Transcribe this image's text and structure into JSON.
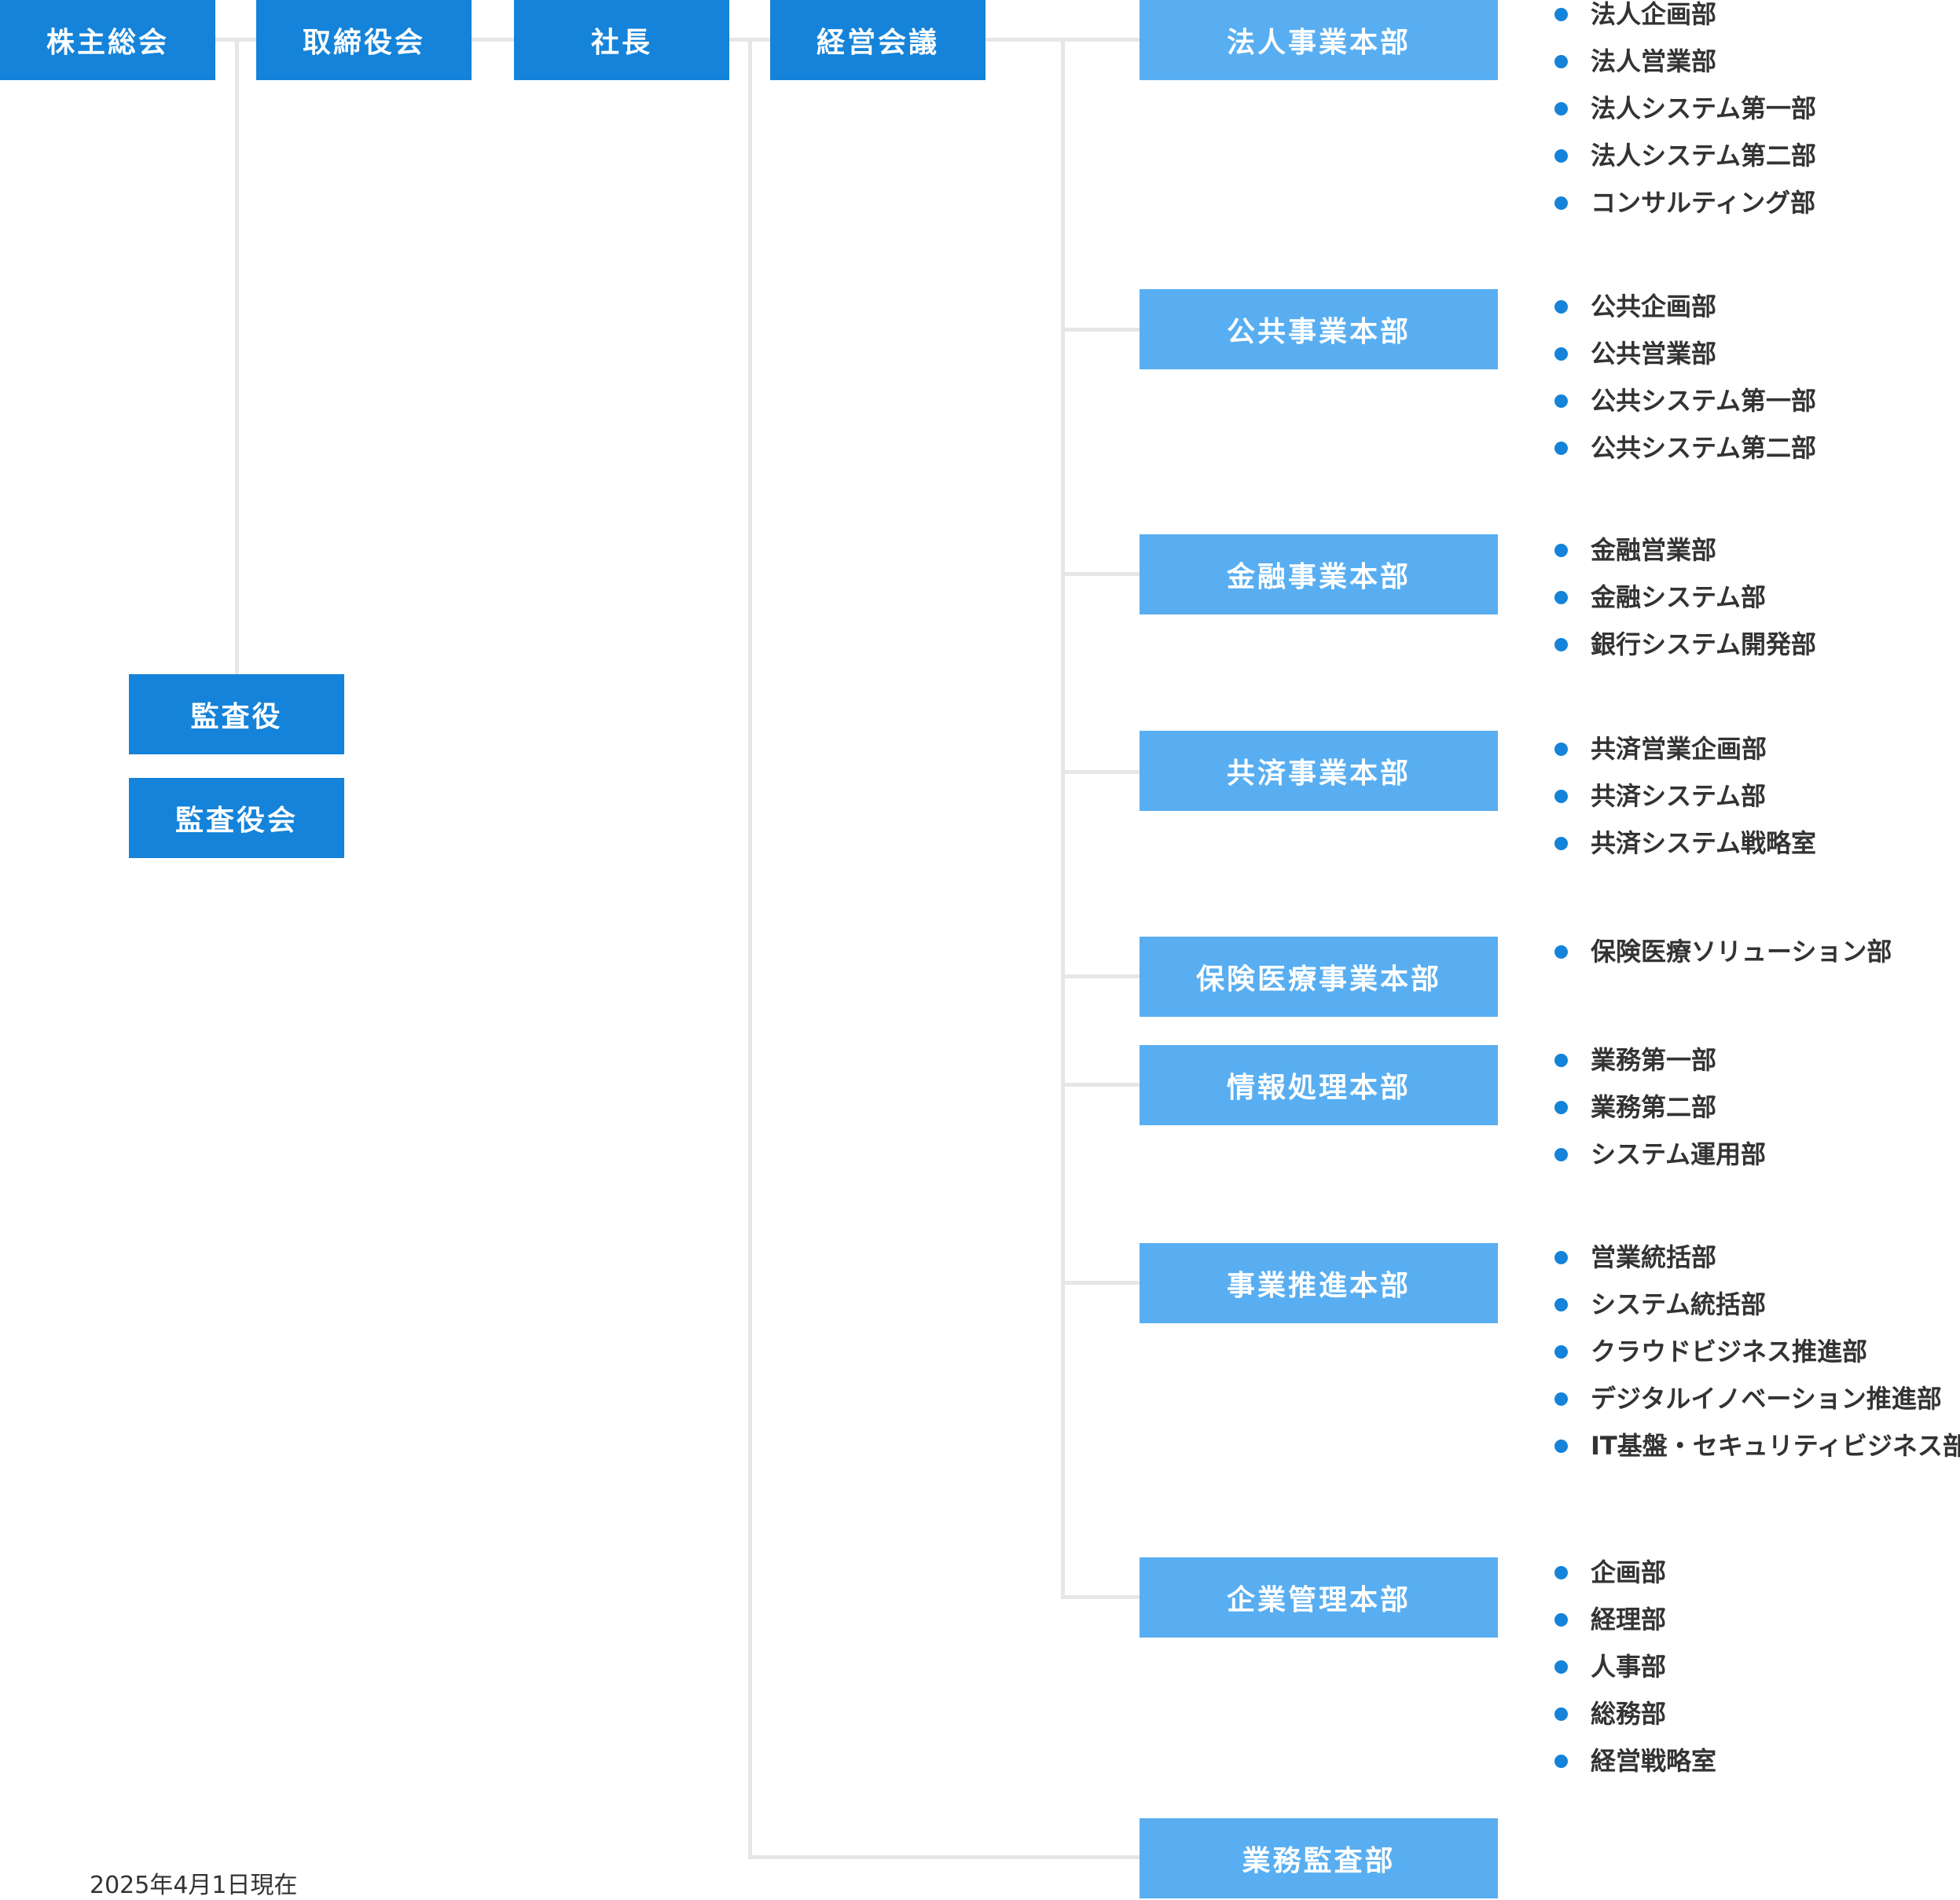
{
  "colors": {
    "primary": "#1483d9",
    "division": "#58aef1",
    "connector": "#e6e6e6",
    "bullet": "#1483d9"
  },
  "top": {
    "shareholders": "株主総会",
    "board": "取締役会",
    "president": "社長",
    "management_meeting": "経営会議"
  },
  "audit": {
    "auditor": "監査役",
    "audit_board": "監査役会"
  },
  "divisions": [
    {
      "name": "法人事業本部",
      "depts": [
        "法人企画部",
        "法人営業部",
        "法人システム第一部",
        "法人システム第二部",
        "コンサルティング部"
      ]
    },
    {
      "name": "公共事業本部",
      "depts": [
        "公共企画部",
        "公共営業部",
        "公共システム第一部",
        "公共システム第二部"
      ]
    },
    {
      "name": "金融事業本部",
      "depts": [
        "金融営業部",
        "金融システム部",
        "銀行システム開発部"
      ]
    },
    {
      "name": "共済事業本部",
      "depts": [
        "共済営業企画部",
        "共済システム部",
        "共済システム戦略室"
      ]
    },
    {
      "name": "保険医療事業本部",
      "depts": [
        "保険医療ソリューション部"
      ]
    },
    {
      "name": "情報処理本部",
      "depts": [
        "業務第一部",
        "業務第二部",
        "システム運用部"
      ]
    },
    {
      "name": "事業推進本部",
      "depts": [
        "営業統括部",
        "システム統括部",
        "クラウドビジネス推進部",
        "デジタルイノベーション推進部",
        "IT基盤・セキュリティビジネス部"
      ]
    },
    {
      "name": "企業管理本部",
      "depts": [
        "企画部",
        "経理部",
        "人事部",
        "総務部",
        "経営戦略室"
      ]
    }
  ],
  "internal_audit": "業務監査部",
  "as_of": "2025年4月1日現在"
}
